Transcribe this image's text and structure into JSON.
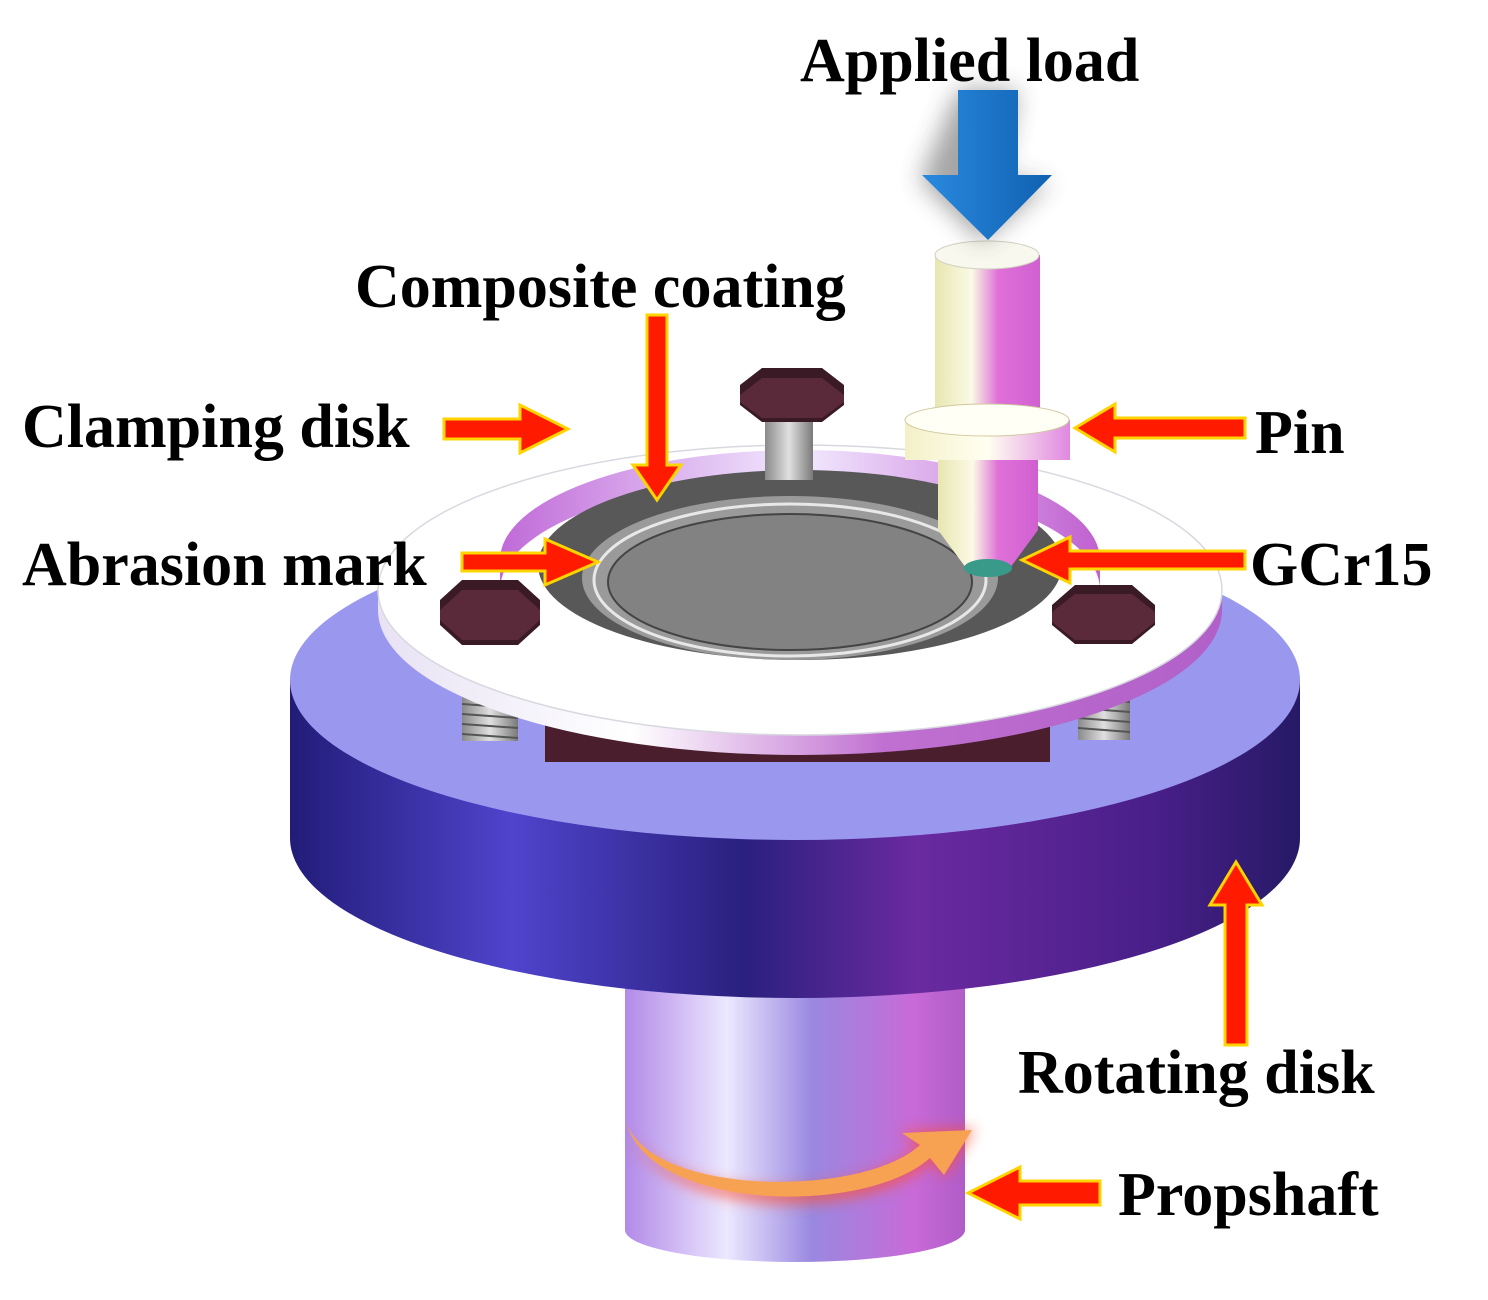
{
  "labels": {
    "applied_load": "Applied load",
    "composite_coating": "Composite coating",
    "clamping_disk": "Clamping disk",
    "pin": "Pin",
    "abrasion_mark": "Abrasion mark",
    "gcr15": "GCr15",
    "rotating_disk": "Rotating disk",
    "propshaft": "Propshaft"
  },
  "colors": {
    "label_arrow": "#ff1a00",
    "label_arrow_outline": "#ffd400",
    "load_arrow": "#1976c8",
    "rotation_arrow": "#f7a253",
    "rotating_disk_top": "#9a98ee",
    "rotating_disk_side": "#3a2ea0",
    "holder": "#4a1e2c",
    "specimen": "#808080"
  }
}
